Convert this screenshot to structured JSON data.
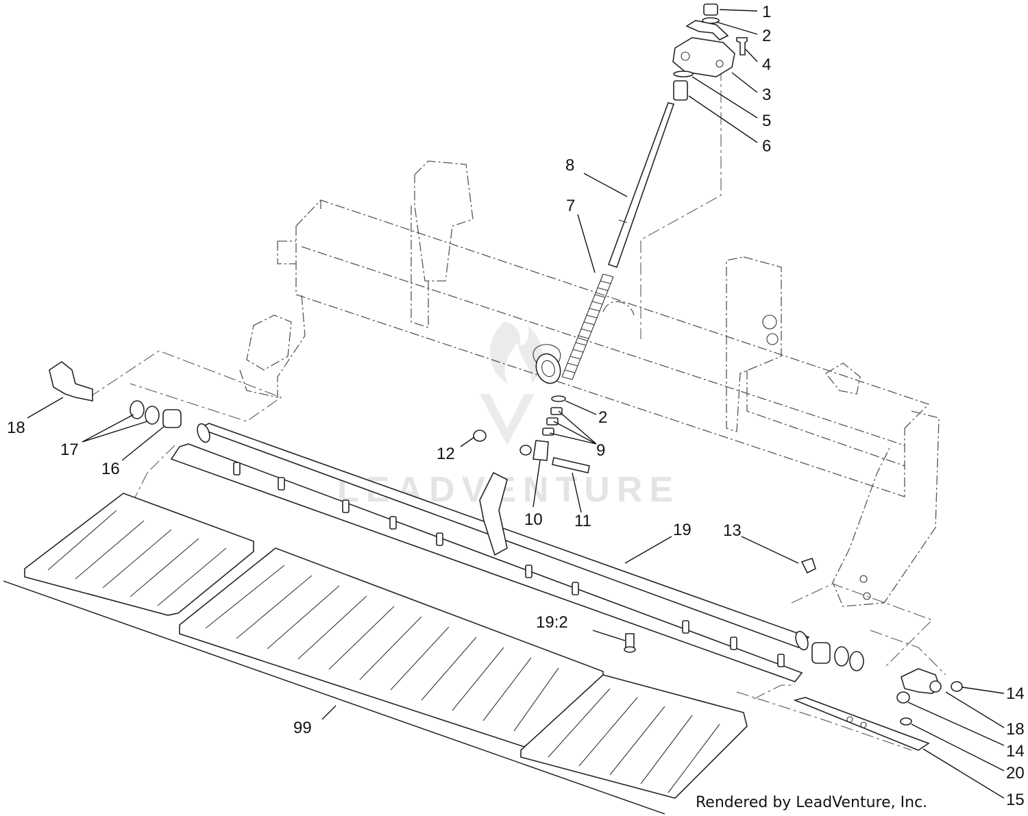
{
  "credit": "Rendered by LeadVenture, Inc.",
  "watermark": "LEADVENTURE",
  "callouts": [
    {
      "id": "c1",
      "text": "1"
    },
    {
      "id": "c2a",
      "text": "2"
    },
    {
      "id": "c4",
      "text": "4"
    },
    {
      "id": "c3",
      "text": "3"
    },
    {
      "id": "c5",
      "text": "5"
    },
    {
      "id": "c6",
      "text": "6"
    },
    {
      "id": "c8",
      "text": "8"
    },
    {
      "id": "c7",
      "text": "7"
    },
    {
      "id": "c18a",
      "text": "18"
    },
    {
      "id": "c17",
      "text": "17"
    },
    {
      "id": "c16",
      "text": "16"
    },
    {
      "id": "c2b",
      "text": "2"
    },
    {
      "id": "c12",
      "text": "12"
    },
    {
      "id": "c9",
      "text": "9"
    },
    {
      "id": "c10",
      "text": "10"
    },
    {
      "id": "c11",
      "text": "11"
    },
    {
      "id": "c19",
      "text": "19"
    },
    {
      "id": "c13",
      "text": "13"
    },
    {
      "id": "c192",
      "text": "19:2"
    },
    {
      "id": "c99",
      "text": "99"
    },
    {
      "id": "c14a",
      "text": "14"
    },
    {
      "id": "c18b",
      "text": "18"
    },
    {
      "id": "c14b",
      "text": "14"
    },
    {
      "id": "c20",
      "text": "20"
    },
    {
      "id": "c15",
      "text": "15"
    }
  ]
}
